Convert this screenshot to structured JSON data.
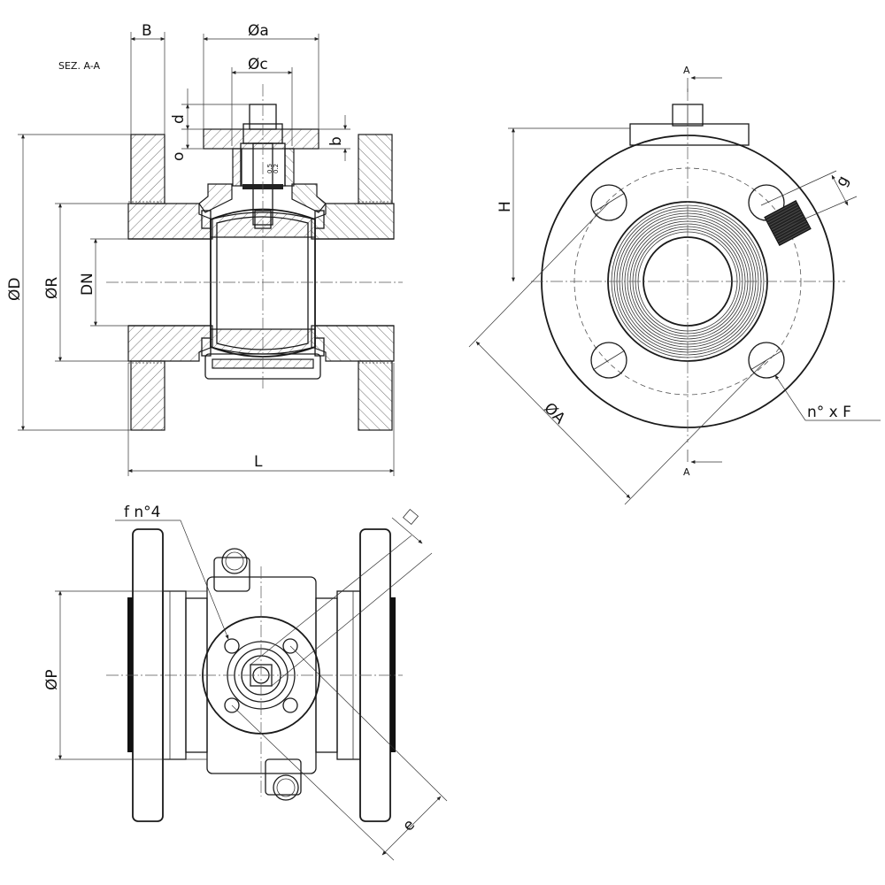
{
  "section_label": "SEZ. A-A",
  "section_marker": "A",
  "dimensions": {
    "B": "B",
    "a": "Øa",
    "c": "Øc",
    "d": "d",
    "o": "o",
    "b": "b",
    "D": "ØD",
    "R": "ØR",
    "DN": "DN",
    "L": "L",
    "H": "H",
    "g": "g",
    "A": "ØA",
    "nF": "n° x F",
    "f": "f  n°4",
    "P": "ØP",
    "e": "e",
    "small1": "0.5",
    "small2": "0.2"
  }
}
